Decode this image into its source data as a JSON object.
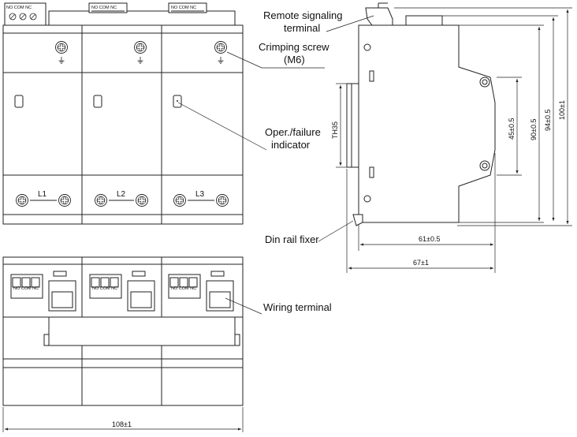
{
  "callouts": {
    "remote_signaling_line1": "Remote signaling",
    "remote_signaling_line2": "terminal",
    "crimping_screw_line1": "Crimping screw",
    "crimping_screw_line2": "(M6)",
    "indicator_line1": "Oper./failure",
    "indicator_line2": "indicator",
    "din_rail_fixer": "Din rail fixer",
    "wiring_terminal": "Wiring terminal"
  },
  "phases": [
    "L1",
    "L2",
    "L3"
  ],
  "terminal_label": "NO COM NC",
  "dimensions": {
    "front_width": "108±1",
    "depth_61": "61±0.5",
    "depth_67": "67±1",
    "height_45": "45±0.5",
    "height_90": "90±0.5",
    "height_94": "94±0.5",
    "height_100": "100±1",
    "rail": "TH35"
  }
}
